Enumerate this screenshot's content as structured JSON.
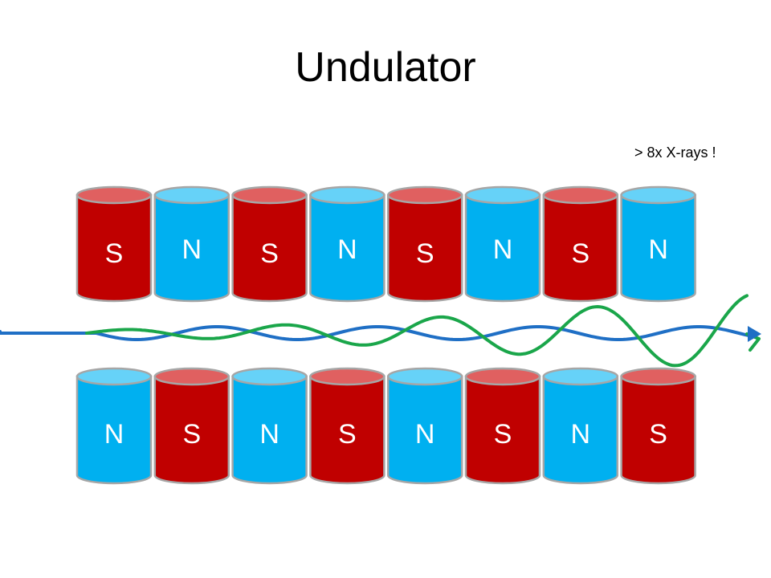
{
  "title": "Undulator",
  "note": "> 8x X-rays !",
  "colors": {
    "south": "#c00000",
    "south_top": "#e06060",
    "north": "#00b0f0",
    "north_top": "#66d2f8",
    "rim": "#a6a6a6",
    "electron_path": "#1f6fc5",
    "emitted_wave": "#1aa64a"
  },
  "magnets": {
    "top_row": [
      "S",
      "N",
      "S",
      "N",
      "S",
      "N",
      "S",
      "N"
    ],
    "bottom_row": [
      "N",
      "S",
      "N",
      "S",
      "N",
      "S",
      "N",
      "S"
    ]
  }
}
